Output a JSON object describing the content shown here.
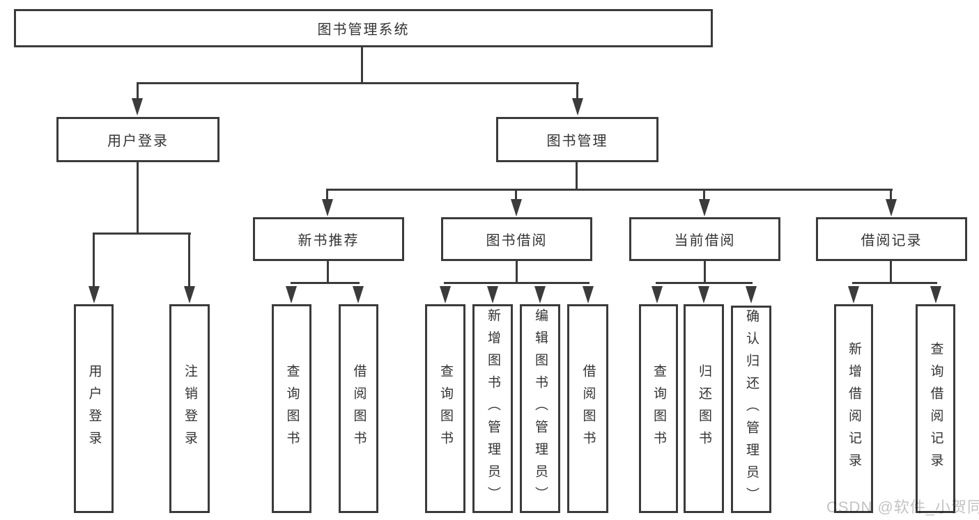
{
  "title": "图书管理系统",
  "level2": [
    {
      "label": "用户登录"
    },
    {
      "label": "图书管理"
    }
  ],
  "level3": [
    {
      "label": "新书推荐"
    },
    {
      "label": "图书借阅"
    },
    {
      "label": "当前借阅"
    },
    {
      "label": "借阅记录"
    }
  ],
  "leaves": [
    {
      "label": "用户登录"
    },
    {
      "label": "注销登录"
    },
    {
      "label": "查询图书"
    },
    {
      "label": "借阅图书"
    },
    {
      "label": "查询图书"
    },
    {
      "label": "新增图书（管理员）"
    },
    {
      "label": "编辑图书（管理员）"
    },
    {
      "label": "借阅图书"
    },
    {
      "label": "查询图书"
    },
    {
      "label": "归还图书"
    },
    {
      "label": "确认归还（管理员）"
    },
    {
      "label": "新增借阅记录"
    },
    {
      "label": "查询借阅记录"
    }
  ],
  "watermark": {
    "text": "CSDN @软件_小贺同学"
  },
  "colors": {
    "line": "#3b3b3b",
    "text": "#333333",
    "watermark": "#c3c3c3",
    "background": "#ffffff"
  }
}
